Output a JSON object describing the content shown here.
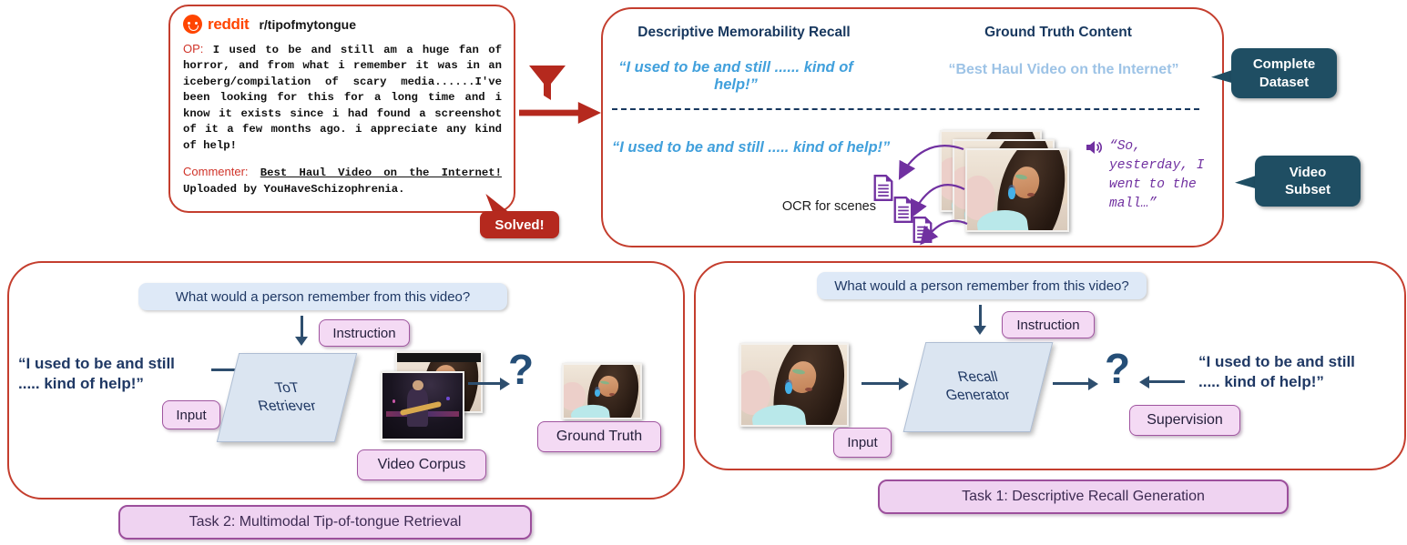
{
  "reddit_card": {
    "brand": "reddit",
    "subreddit": "r/tipofmytongue",
    "op_label": "OP:",
    "op_text": "I used to be and still am a huge fan of horror, and from what i remember it was in an iceberg/compilation of scary media......I've been looking for this for a long time and i know it exists since i had found a screenshot of it a few months ago. i appreciate any kind of help!",
    "commenter_label": "Commenter:",
    "commenter_link": "Best Haul Video on the Internet!",
    "commenter_rest": " Uploaded by YouHaveSchizophrenia.",
    "solved_badge": "Solved!"
  },
  "dataset_panel": {
    "recall_header": "Descriptive Memorability Recall",
    "ground_truth_header": "Ground Truth Content",
    "recall_quote_full": "“I used to be and still ...... kind of help!”",
    "ground_truth_quote": "“Best Haul Video on the Internet”",
    "recall_quote_subset": "“I used to be and still ..... kind of help!”",
    "ocr_label": "OCR for scenes",
    "audio_lines": [
      "“So,",
      "yesterday, I",
      "went to the",
      "mall…”"
    ],
    "complete_dataset_badge": [
      "Complete",
      "Dataset"
    ],
    "video_subset_badge": [
      "Video",
      "Subset"
    ]
  },
  "task2": {
    "prompt": "What would a person remember from this video?",
    "instruction_label": "Instruction",
    "query_lines": [
      "“I used to be and still",
      "..... kind of help!”"
    ],
    "input_label": "Input",
    "retriever_lines": [
      "ToT",
      "Retriever"
    ],
    "video_corpus_label": "Video Corpus",
    "question_mark": "?",
    "ground_truth_label": "Ground Truth",
    "title": "Task 2: Multimodal Tip-of-tongue Retrieval"
  },
  "task1": {
    "prompt": "What would a person remember from this video?",
    "instruction_label": "Instruction",
    "input_label": "Input",
    "generator_lines": [
      "Recall",
      "Generator"
    ],
    "question_mark": "?",
    "supervision_label": "Supervision",
    "target_lines": [
      "“I used to be and still",
      "..... kind of help!”"
    ],
    "title": "Task 1: Descriptive Recall Generation"
  },
  "colors": {
    "red_accent": "#BB3123",
    "navy_text": "#1F3864",
    "recall_blue": "#41A0DC",
    "ground_truth_blue": "#9DC3E6",
    "purple_accent": "#7030A0",
    "badge_teal": "#1F4E63",
    "pink_fill": "#F4DAF4",
    "reddit_orange": "#FF4500"
  }
}
